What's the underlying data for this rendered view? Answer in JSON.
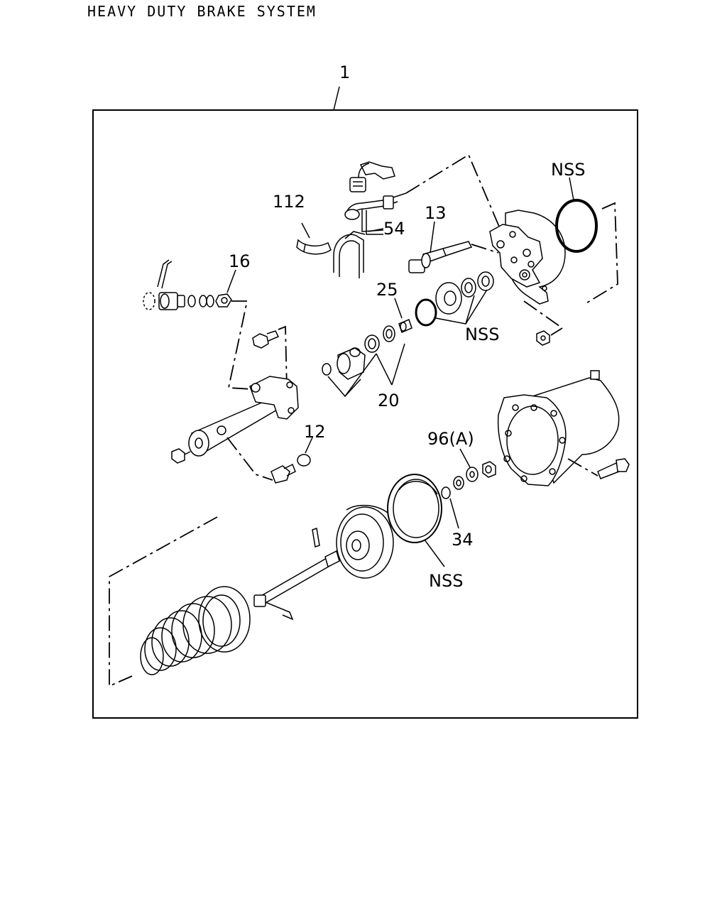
{
  "page_title": "HEAVY DUTY BRAKE SYSTEM",
  "callouts": {
    "assembly": "1",
    "c112": "112",
    "c54": "54",
    "c13": "13",
    "c16": "16",
    "c25": "25",
    "c20": "20",
    "c12": "12",
    "c96a": "96(A)",
    "c34": "34",
    "nss_oring_top": "NSS",
    "nss_seals": "NSS",
    "nss_lower": "NSS"
  }
}
